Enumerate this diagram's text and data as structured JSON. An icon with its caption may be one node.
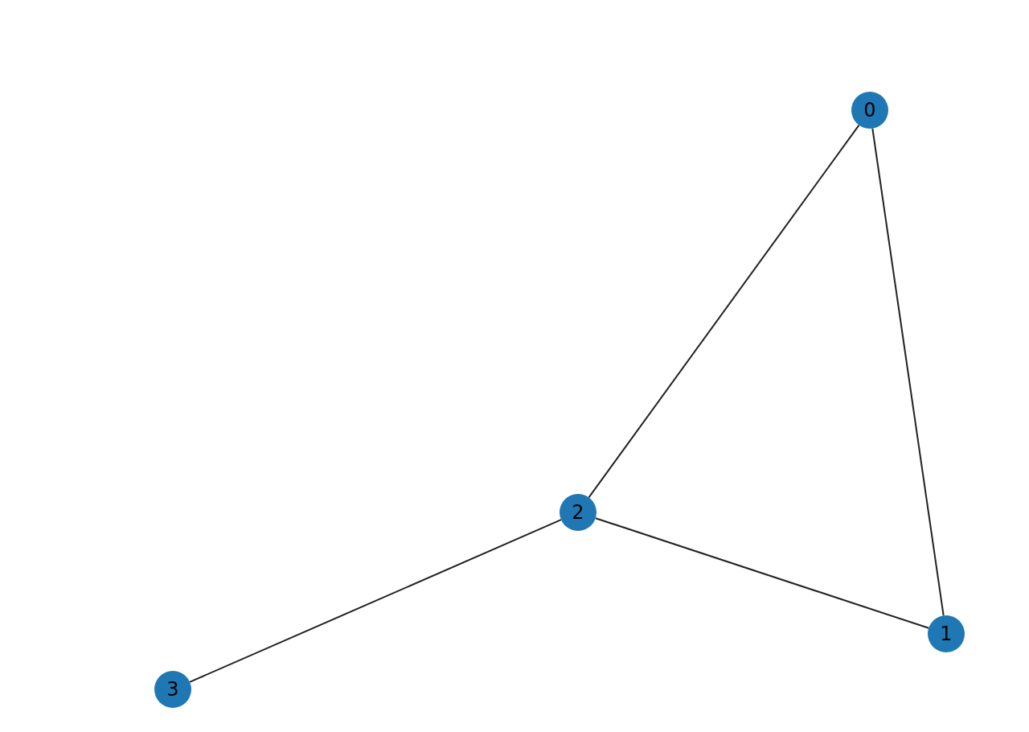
{
  "diagram": {
    "nodes": [
      {
        "text": [
          "0"
        ]
      },
      {
        "text": [
          "2"
        ]
      },
      {
        "text": [
          "1"
        ]
      },
      {
        "text": [
          "3"
        ]
      }
    ],
    "edges": [
      {
        "from": 0,
        "to": 2,
        "arrow": "none"
      },
      {
        "from": 0,
        "to": 1,
        "arrow": "none"
      },
      {
        "from": 1,
        "to": 2,
        "arrow": "none"
      },
      {
        "from": 1,
        "to": 3,
        "arrow": "none"
      }
    ]
  }
}
